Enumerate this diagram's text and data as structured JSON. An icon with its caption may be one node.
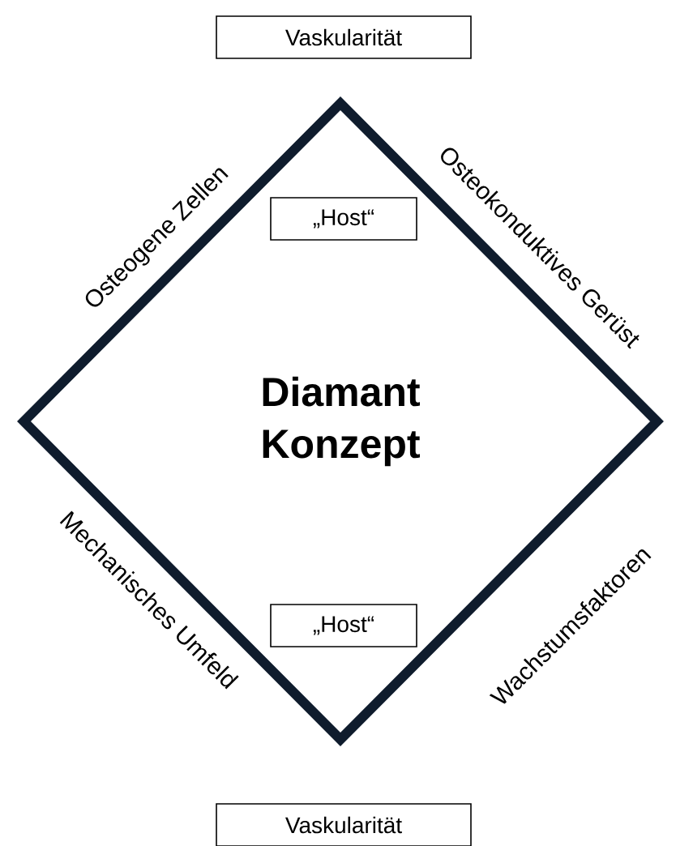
{
  "diagram": {
    "nodes": [
      {
        "text": [
          "Vaskularität"
        ]
      },
      {
        "text": [
          "Diamant Konzept"
        ]
      },
      {
        "text": [
          "„Host“"
        ],
        "in": 1
      },
      {
        "text": [
          "„Host“"
        ],
        "in": 1
      },
      {
        "text": [
          "Vaskularität"
        ]
      }
    ],
    "labels": [
      "Osteogene Zellen",
      "Osteokonduktives Gerüst",
      "Mechanisches Umfeld",
      "Wachstumsfaktoren"
    ]
  }
}
